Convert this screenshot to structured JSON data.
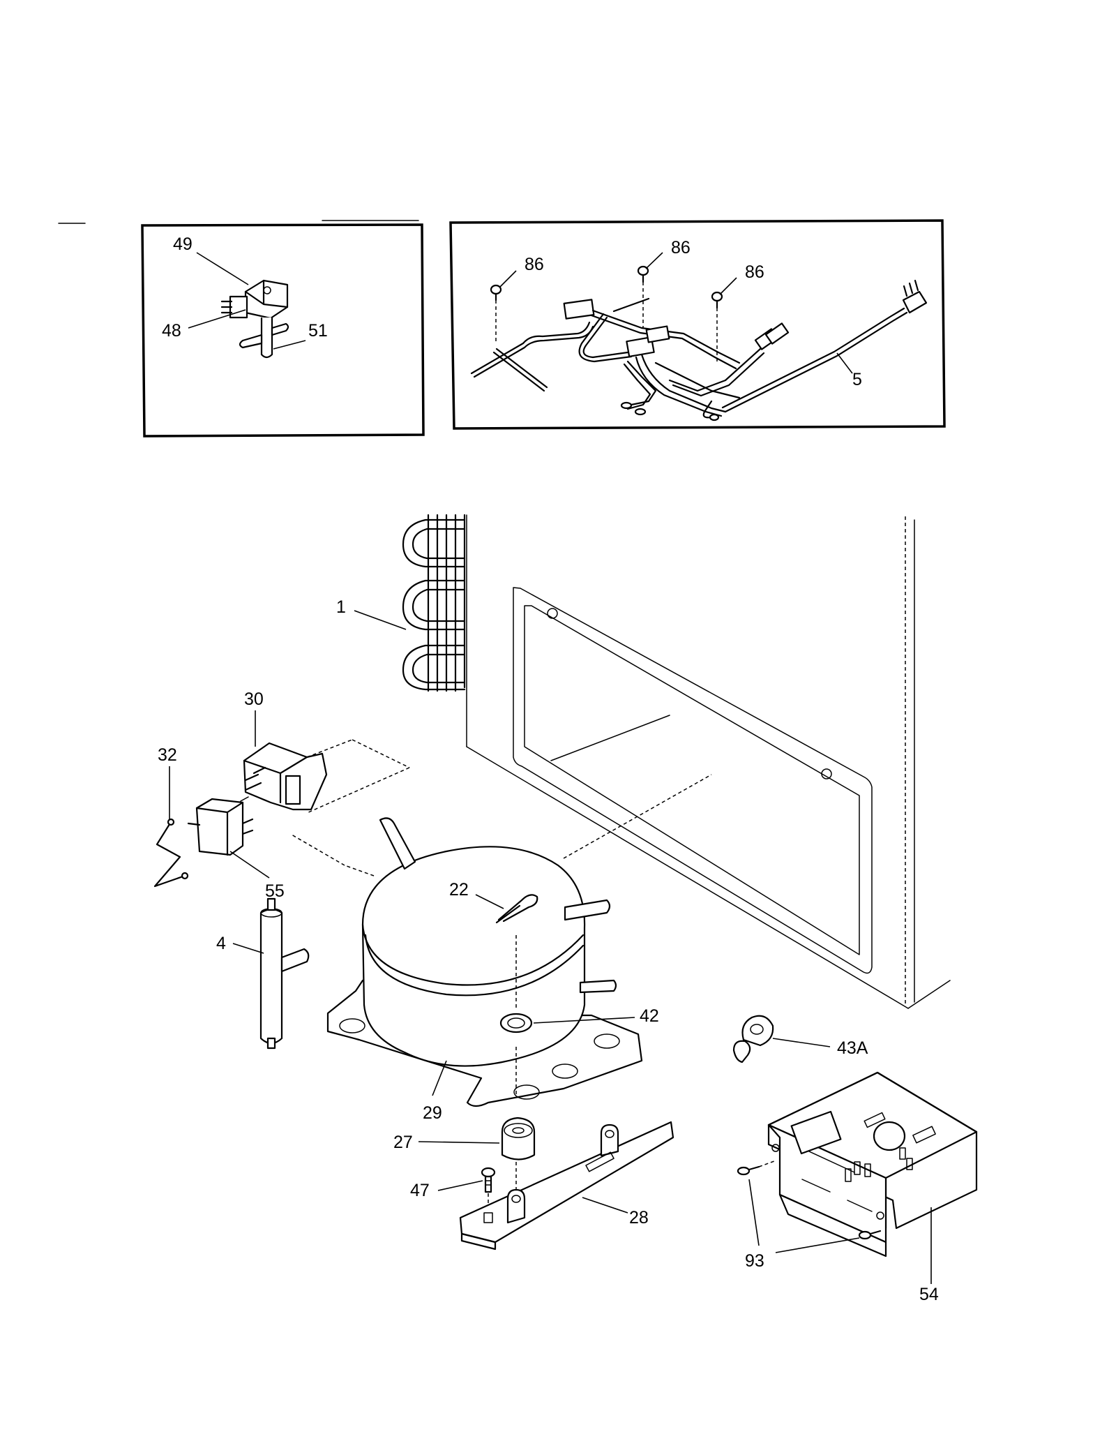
{
  "callouts": {
    "c49": "49",
    "c48": "48",
    "c51": "51",
    "c86a": "86",
    "c86b": "86",
    "c86c": "86",
    "c5": "5",
    "c1": "1",
    "c30": "30",
    "c32": "32",
    "c55": "55",
    "c22": "22",
    "c4": "4",
    "c42": "42",
    "c43a": "43A",
    "c29": "29",
    "c27": "27",
    "c47": "47",
    "c28": "28",
    "c93": "93",
    "c54": "54"
  }
}
